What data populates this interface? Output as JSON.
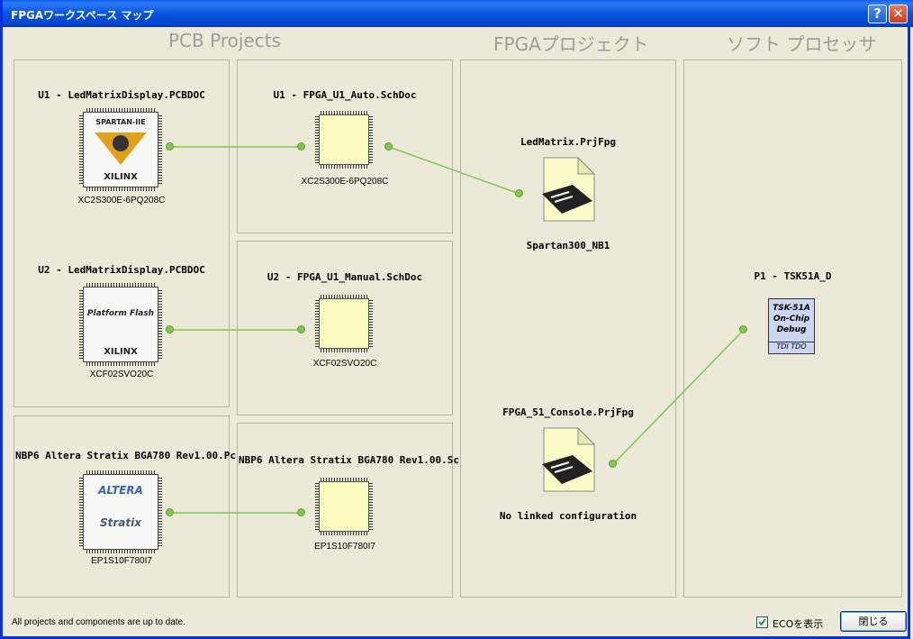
{
  "window": {
    "title": "FPGAワークスペース マップ",
    "help_glyph": "?",
    "close_glyph": "✕"
  },
  "columns": {
    "pcb": "PCB Projects",
    "fpga": "FPGAプロジェクト",
    "soft": "ソフト プロセッサ"
  },
  "pcb_panels": [
    {
      "title": "U1 - LedMatrixDisplay.PCBDOC",
      "part": "XC2S300E-6PQ208C",
      "logo_top": "SPARTAN-IIE",
      "logo_bottom": "XILINX"
    },
    {
      "title": "U2 - LedMatrixDisplay.PCBDOC",
      "part": "XCF02SVO20C",
      "logo_top": "Platform Flash",
      "logo_bottom": "XILINX"
    },
    {
      "title": "NBP6 Altera Stratix BGA780 Rev1.00.Pc",
      "part": "EP1S10F780I7",
      "logo_top": "ALTERA",
      "logo_bottom": "Stratix"
    }
  ],
  "sch_panels": [
    {
      "title": "U1 - FPGA_U1_Auto.SchDoc",
      "part": "XC2S300E-6PQ208C"
    },
    {
      "title": "U2 - FPGA_U1_Manual.SchDoc",
      "part": "XCF02SVO20C"
    },
    {
      "title": "NBP6 Altera Stratix BGA780 Rev1.00.Sc",
      "part": "EP1S10F780I7"
    }
  ],
  "fpga_projects": [
    {
      "title": "LedMatrix.PrjFpg",
      "config": "Spartan300_NB1"
    },
    {
      "title": "FPGA_51_Console.PrjFpg",
      "config": "No linked configuration"
    }
  ],
  "soft_processor": {
    "title": "P1 - TSK51A_D",
    "line1": "TSK-51A",
    "line2": "On-Chip",
    "line3": "Debug",
    "pins": "TDI  TDO"
  },
  "status": {
    "text": "All projects and components are up to date.",
    "eco_label": "ECOを表示",
    "eco_checked": true,
    "close_label": "閉じる"
  },
  "colors": {
    "link": "#7ec850",
    "title_blue": "#0a5bea"
  }
}
